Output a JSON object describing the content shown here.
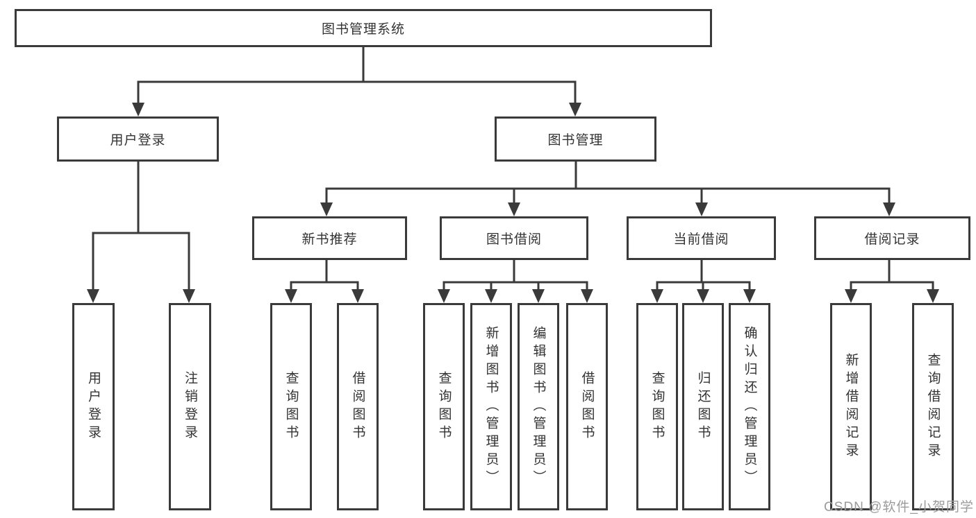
{
  "diagram": {
    "root": {
      "label": "图书管理系统"
    },
    "nodes": {
      "user_login": {
        "label": "用户登录"
      },
      "book_mgmt": {
        "label": "图书管理"
      },
      "new_book_rec": {
        "label": "新书推荐"
      },
      "book_borrow": {
        "label": "图书借阅"
      },
      "current_borrow": {
        "label": "当前借阅"
      },
      "borrow_record": {
        "label": "借阅记录"
      }
    },
    "leaves": {
      "user_login_leaf": {
        "label": "用户登录"
      },
      "logout_leaf": {
        "label": "注销登录"
      },
      "rec_query_book": {
        "label": "查询图书"
      },
      "rec_borrow_book": {
        "label": "借阅图书"
      },
      "borrow_query_book": {
        "label": "查询图书"
      },
      "borrow_add_book": {
        "label": "新增图书（管理员）"
      },
      "borrow_edit_book": {
        "label": "编辑图书（管理员）"
      },
      "borrow_borrow_book": {
        "label": "借阅图书"
      },
      "current_query_book": {
        "label": "查询图书"
      },
      "current_return_book": {
        "label": "归还图书"
      },
      "current_confirm_return": {
        "label": "确认归还（管理员）"
      },
      "record_add": {
        "label": "新增借阅记录"
      },
      "record_query": {
        "label": "查询借阅记录"
      }
    },
    "watermark": "CSDN @软件_小贺同学",
    "colors": {
      "line": "#3a3a3a",
      "text": "#333333",
      "watermark": "#9b9b9b",
      "background": "#ffffff"
    }
  }
}
